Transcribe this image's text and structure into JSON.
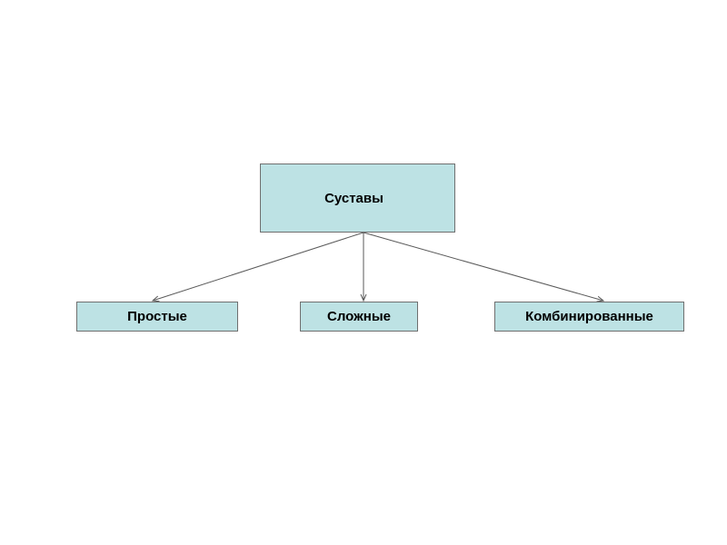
{
  "diagram": {
    "fill_color": "#bde2e4",
    "border_color": "#6f6f6f",
    "connector_color": "#5a5a5a",
    "root": {
      "label": "Суставы"
    },
    "children": [
      {
        "label": "Простые"
      },
      {
        "label": "Сложные"
      },
      {
        "label": "Комбинированные"
      }
    ]
  }
}
